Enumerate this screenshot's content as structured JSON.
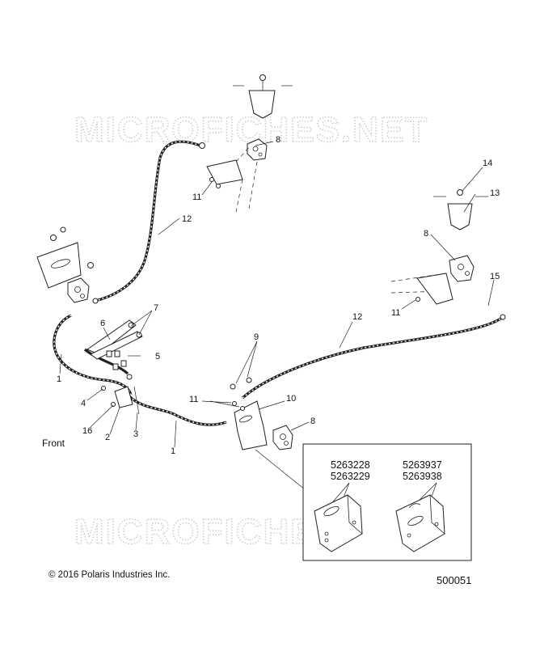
{
  "watermark": "MICROFICHES.NET",
  "callouts": {
    "c1a": "1",
    "c1b": "1",
    "c2": "2",
    "c3": "3",
    "c4": "4",
    "c5": "5",
    "c6": "6",
    "c7": "7",
    "c8a": "8",
    "c8b": "8",
    "c8c": "8",
    "c9": "9",
    "c10": "10",
    "c11a": "11",
    "c11b": "11",
    "c11c": "11",
    "c12a": "12",
    "c12b": "12",
    "c13": "13",
    "c14": "14",
    "c15": "15",
    "c16": "16"
  },
  "kit": {
    "left_part_a": "5263228",
    "left_part_b": "5263229",
    "right_part_a": "5263937",
    "right_part_b": "5263938"
  },
  "front_label": "Front",
  "copyright": "© 2016 Polaris Industries Inc.",
  "document_number": "500051"
}
